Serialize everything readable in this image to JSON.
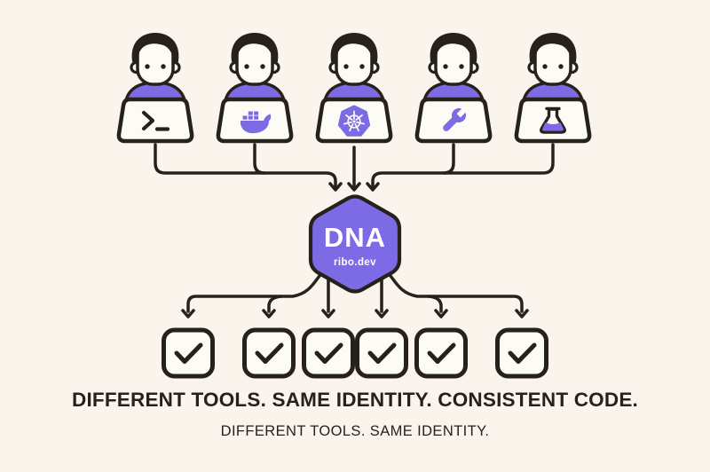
{
  "colors": {
    "bg": "#FAF4EC",
    "ink": "#26211B",
    "purple": "#7C6BE4",
    "surface": "#FDFBF5",
    "badge_text": "#FFFFFF"
  },
  "developers": [
    {
      "label": "developer with terminal",
      "tool_icon": "terminal-icon"
    },
    {
      "label": "developer with docker",
      "tool_icon": "docker-icon"
    },
    {
      "label": "developer with kubernetes",
      "tool_icon": "kubernetes-icon"
    },
    {
      "label": "developer with wrench",
      "tool_icon": "wrench-icon"
    },
    {
      "label": "developer with flask",
      "tool_icon": "flask-icon"
    }
  ],
  "dna_badge": {
    "title": "DNA",
    "subtitle": "ribo.dev"
  },
  "checklist": {
    "count": 6,
    "state": "checked"
  },
  "caption": {
    "headline": "DIFFERENT TOOLS. SAME IDENTITY. CONSISTENT CODE.",
    "subheadline": "DIFFERENT TOOLS. SAME IDENTITY."
  }
}
